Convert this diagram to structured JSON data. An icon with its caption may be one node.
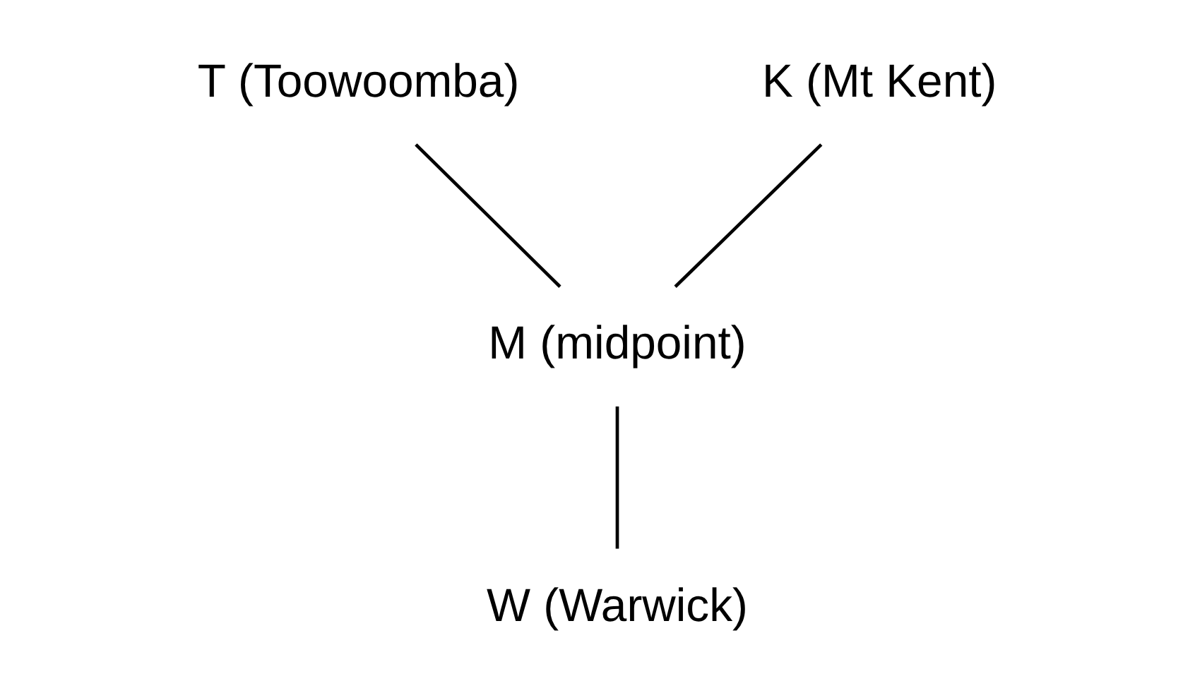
{
  "diagram": {
    "nodes": [
      {
        "text": [
          "T (Toowoomba)"
        ]
      },
      {
        "text": [
          "M (midpoint)"
        ]
      },
      {
        "text": [
          "K (Mt Kent)"
        ]
      },
      {
        "text": [
          "W (Warwick)"
        ]
      }
    ],
    "edges": [
      {
        "from": 0,
        "to": 1,
        "arrow": "none"
      },
      {
        "from": 1,
        "to": 3,
        "arrow": "none"
      },
      {
        "from": 2,
        "to": 1,
        "arrow": "none"
      }
    ]
  }
}
